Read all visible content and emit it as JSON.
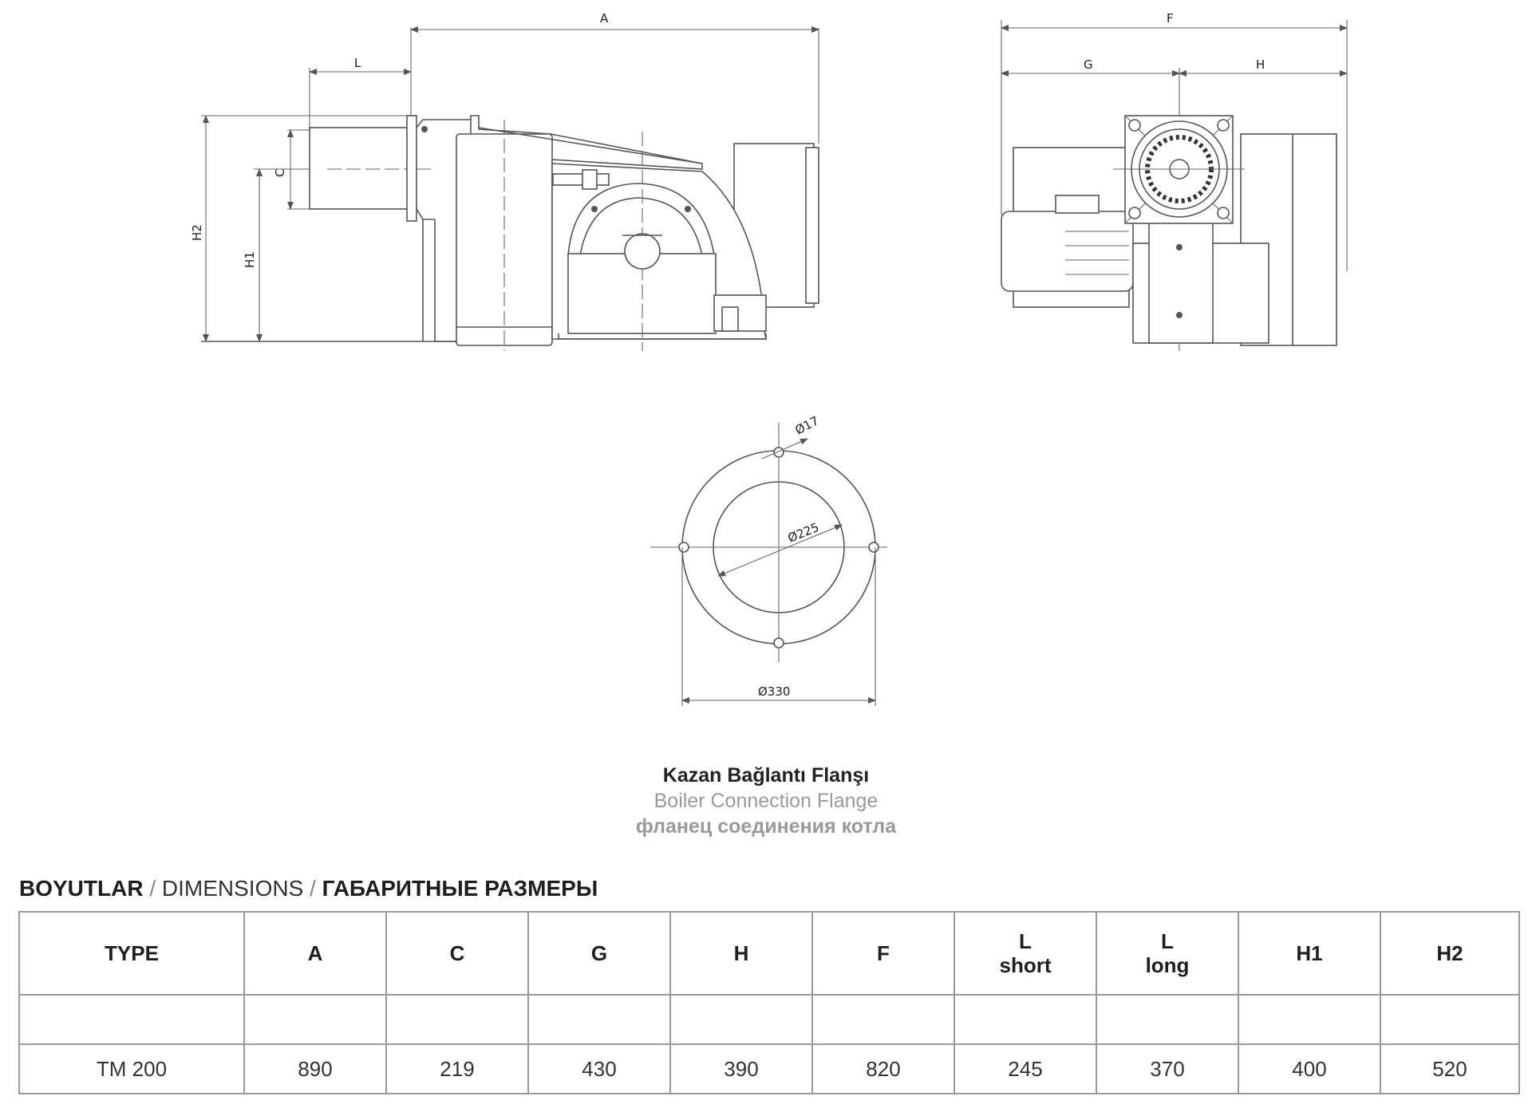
{
  "drawing_labels": {
    "A": "A",
    "L": "L",
    "C": "C",
    "H1": "H1",
    "H2": "H2",
    "F": "F",
    "G": "G",
    "H": "H",
    "d17": "Ø17",
    "d225": "Ø225",
    "d330": "Ø330"
  },
  "caption": {
    "tr": "Kazan Bağlantı Flanşı",
    "en": "Boiler Connection Flange",
    "ru": "фланец соединения котла"
  },
  "heading": {
    "tr": "BOYUTLAR",
    "sep1": " / ",
    "en": "DIMENSIONS",
    "sep2": " / ",
    "ru": "ГАБАРИТНЫЕ РАЗМЕРЫ"
  },
  "table": {
    "headers": [
      {
        "line1": "TYPE",
        "line2": ""
      },
      {
        "line1": "A",
        "line2": ""
      },
      {
        "line1": "C",
        "line2": ""
      },
      {
        "line1": "G",
        "line2": ""
      },
      {
        "line1": "H",
        "line2": ""
      },
      {
        "line1": "F",
        "line2": ""
      },
      {
        "line1": "L",
        "line2": "short"
      },
      {
        "line1": "L",
        "line2": "long"
      },
      {
        "line1": "H1",
        "line2": ""
      },
      {
        "line1": "H2",
        "line2": ""
      }
    ],
    "rows": [
      [
        "TM 200",
        "890",
        "219",
        "430",
        "390",
        "820",
        "245",
        "370",
        "400",
        "520"
      ]
    ]
  }
}
